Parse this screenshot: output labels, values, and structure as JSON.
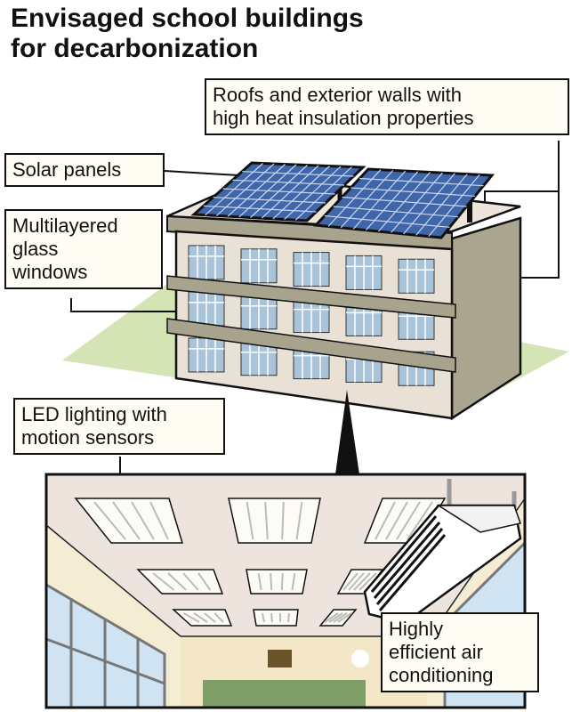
{
  "title": {
    "line1": "Envisaged school buildings",
    "line2": "for decarbonization"
  },
  "labels": {
    "roofs": {
      "line1": "Roofs and exterior walls with",
      "line2": "high heat insulation properties"
    },
    "solar": "Solar panels",
    "windows": {
      "line1": "Multilayered",
      "line2": "glass",
      "line3": "windows"
    },
    "led": {
      "line1": "LED lighting with",
      "line2": "motion sensors"
    },
    "aircon": {
      "line1": "Highly",
      "line2": "efficient air",
      "line3": "conditioning"
    }
  },
  "colors": {
    "panel": "#3f66a8",
    "wall": "#e9e0d6",
    "band": "#a8a38c",
    "side": "#aaa58e",
    "ground": "#d4e4b4",
    "glass": "#a9c4d8",
    "board": "#7f9e68"
  }
}
